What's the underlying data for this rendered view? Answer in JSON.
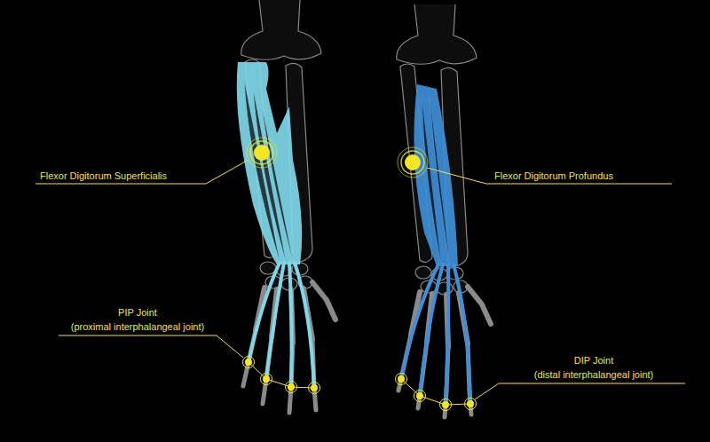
{
  "diagram": {
    "labels": [
      "Flexor Digitorum Superficialis",
      "Flexor Digitorum Profundus",
      "PIP Joint",
      "(proximal interphalangeal joint)",
      "DIP Joint",
      "(distal interphalangeal joint)"
    ]
  }
}
